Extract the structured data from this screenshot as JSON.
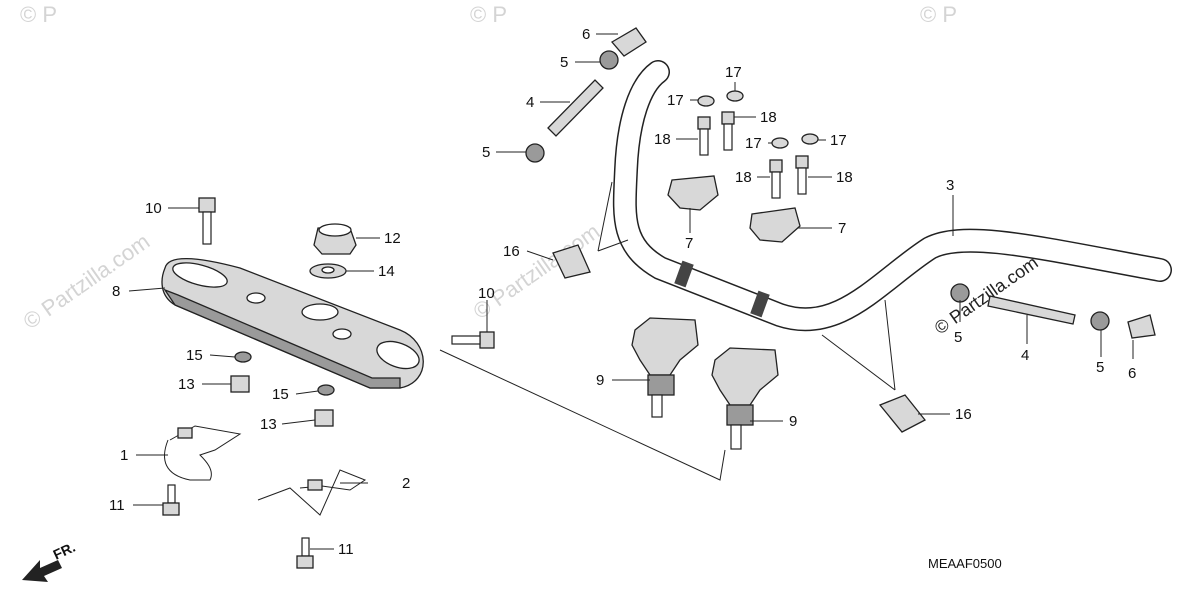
{
  "watermark": {
    "site_text": "© Partzilla.com",
    "corner_mark": "© P"
  },
  "diagram": {
    "code": "MEAAF0500",
    "front_marker": "FR."
  },
  "callouts": {
    "c1": "1",
    "c2": "2",
    "c3": "3",
    "c4a": "4",
    "c4b": "4",
    "c5a": "5",
    "c5b": "5",
    "c5c": "5",
    "c5d": "5",
    "c6a": "6",
    "c6b": "6",
    "c7a": "7",
    "c7b": "7",
    "c8": "8",
    "c9a": "9",
    "c9b": "9",
    "c10a": "10",
    "c10b": "10",
    "c11a": "11",
    "c11b": "11",
    "c12": "12",
    "c13a": "13",
    "c13b": "13",
    "c14": "14",
    "c15a": "15",
    "c15b": "15",
    "c16a": "16",
    "c16b": "16",
    "c17a": "17",
    "c17b": "17",
    "c17c": "17",
    "c17d": "17",
    "c18a": "18",
    "c18b": "18",
    "c18c": "18",
    "c18d": "18"
  }
}
